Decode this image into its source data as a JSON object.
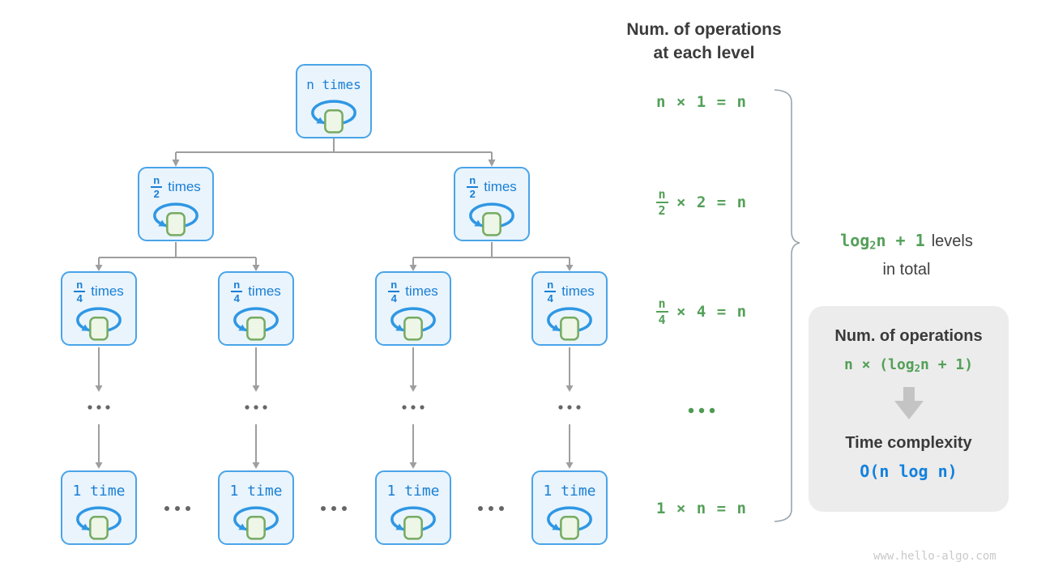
{
  "header": {
    "line1": "Num. of operations",
    "line2": "at each level"
  },
  "tree": {
    "root_label": "n times",
    "times_word": "times",
    "half": {
      "num": "n",
      "den": "2"
    },
    "quarter": {
      "num": "n",
      "den": "4"
    },
    "leaf_label": "1 time",
    "loop_icon": "loop-arrow-with-operation-square",
    "ellipsis_symbol": "..."
  },
  "levels": {
    "row1": "n × 1 = n",
    "row2": {
      "num": "n",
      "den": "2",
      "rest": "× 2 = n"
    },
    "row3": {
      "num": "n",
      "den": "4",
      "rest": "× 4 = n"
    },
    "row5": "1 × n = n"
  },
  "brace": {
    "log_prefix": "log",
    "log_sub": "2",
    "log_rest": "n + 1",
    "levels_word": "levels",
    "line2": "in total"
  },
  "summary": {
    "title1": "Num. of operations",
    "expr_a": "n × (log",
    "expr_sub": "2",
    "expr_b": "n + 1)",
    "title2": "Time complexity",
    "complexity": "O(n log n)"
  },
  "watermark": "www.hello-algo.com",
  "colors": {
    "node_border_blue": "#4aa4e8",
    "node_fill_blue": "#e9f4fd",
    "text_blue": "#1a7fd4",
    "loop_blue": "#2f97e3",
    "square_green_fill": "#edf6e7",
    "square_green_border": "#77ab61",
    "expr_green": "#53a058",
    "complexity_blue": "#1381dd",
    "line_gray": "#9e9e9e",
    "card_gray": "#ececec"
  }
}
